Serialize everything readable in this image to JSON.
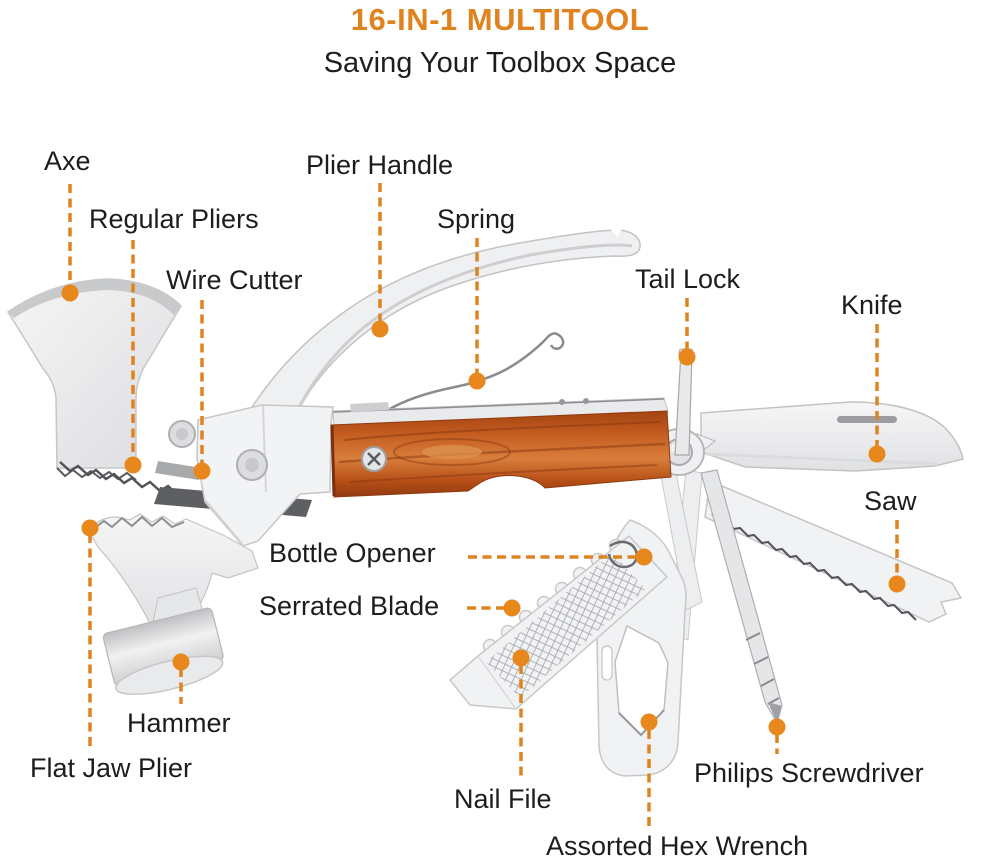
{
  "header": {
    "title": "16-IN-1 MULTITOOL",
    "subtitle": "Saving Your Toolbox Space"
  },
  "labels": {
    "axe": "Axe",
    "regular_pliers": "Regular Pliers",
    "wire_cutter": "Wire Cutter",
    "plier_handle": "Plier Handle",
    "spring": "Spring",
    "tail_lock": "Tail Lock",
    "knife": "Knife",
    "saw": "Saw",
    "bottle_opener": "Bottle Opener",
    "serrated_blade": "Serrated Blade",
    "hammer": "Hammer",
    "flat_jaw_plier": "Flat Jaw Plier",
    "nail_file": "Nail File",
    "assorted_hex_wrench": "Assorted Hex Wrench",
    "philips_screwdriver": "Philips Screwdriver"
  },
  "colors": {
    "title_accent": "#E0831F",
    "leader_line": "#DF8320",
    "leader_dot": "#E8871C",
    "label_text": "#1D1D1E",
    "wood_handle": "#C05A20",
    "metal": "#EFF0F1"
  }
}
